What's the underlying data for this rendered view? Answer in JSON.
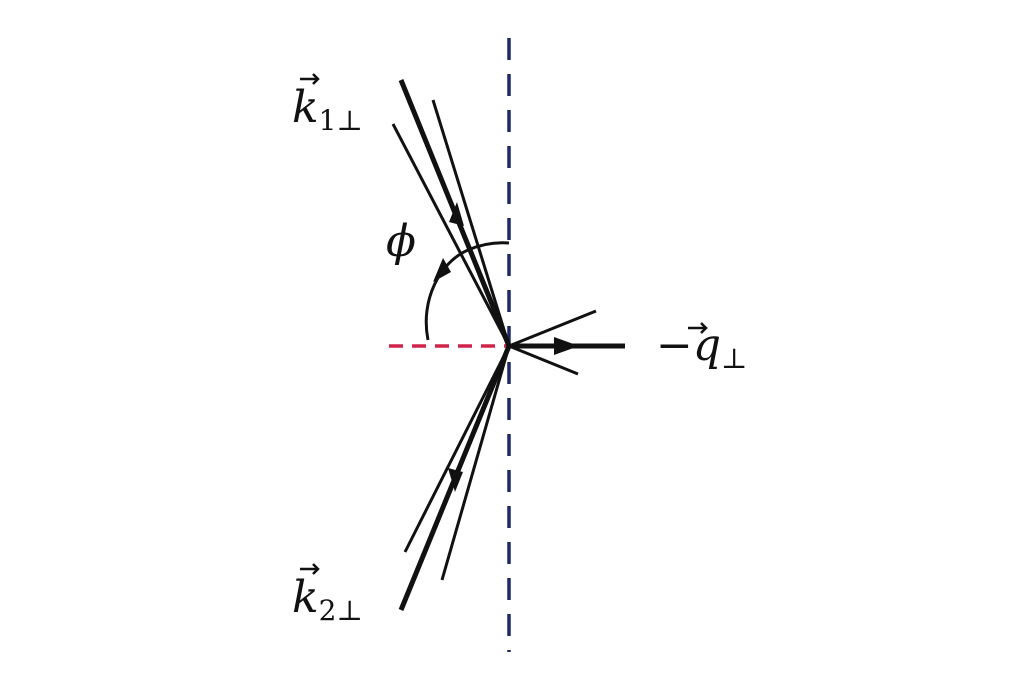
{
  "diagram": {
    "labels": {
      "k1": {
        "main": "k",
        "sub": "1⊥"
      },
      "k2": {
        "main": "k",
        "sub": "2⊥"
      },
      "q": {
        "prefix": "−",
        "main": "q",
        "sub": "⊥"
      },
      "phi": "ϕ"
    },
    "colors": {
      "lines": "#111111",
      "vertical_dashed": "#1d2a63",
      "horizontal_dashed": "#d0234a"
    }
  }
}
